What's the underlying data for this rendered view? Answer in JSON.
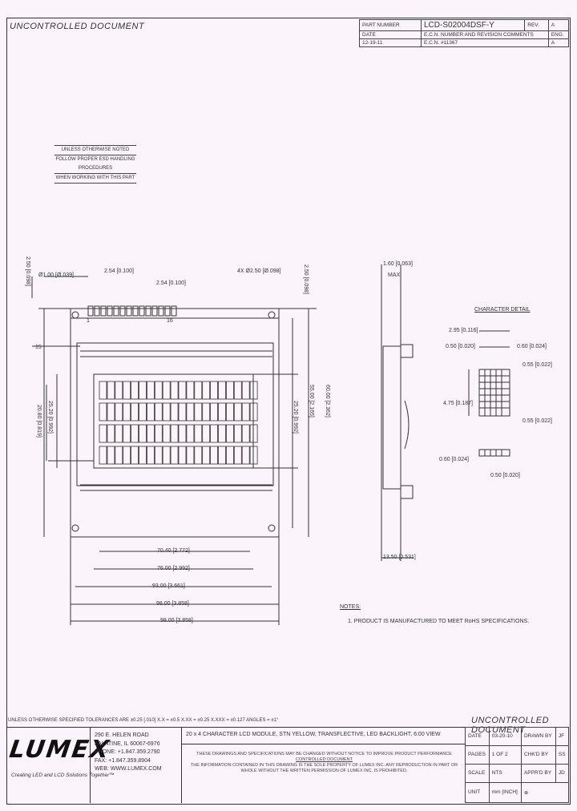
{
  "header": {
    "uncontrolled_top": "UNCONTROLLED DOCUMENT",
    "part_number_label": "PART NUMBER",
    "part_number": "LCD-S02004DSF-Y",
    "rev_label": "REV.",
    "rev_value": "A",
    "date_label": "DATE",
    "ecn_label": "E.C.N. NUMBER AND REVISION COMMENTS",
    "eng_label": "ENG.",
    "row_date": "12-19-11",
    "row_ecn": "E.C.N. #11367",
    "row_eng": "A"
  },
  "notes": {
    "line1": "UNLESS OTHERWISE NOTED",
    "line2": "FOLLOW PROPER ESD HANDLING PROCEDURES",
    "line3": "WHEN WORKING WITH THIS PART"
  },
  "drawing": {
    "dim_pitch": "2.54 [0.100]",
    "dim_pin": "Ø1.00 [Ø.039]",
    "dim_hole": "4X Ø2.50 [Ø.098]",
    "dim_top": "2.50 [0.098]",
    "dim_height_outer": "60.00 [2.362]",
    "dim_height_mid": "55.00 [2.165]",
    "dim_height_va": "25.20 [0.992]",
    "dim_height_aa": "20.80 [0.819]",
    "dim_aa_width": "70.40 [2.772]",
    "dim_va_width": "76.00 [2.992]",
    "dim_holes_width": "93.00 [3.661]",
    "dim_total_width": "98.00 [3.858]",
    "dim_side_thick": "13.50 [0.531]",
    "dim_side_pcb": "1.60 [0.063]",
    "dim_side_max": "MAX",
    "char_detail": "CHARACTER DETAIL",
    "char_w": "2.95 [0.116]",
    "char_h": "4.75 [0.187]",
    "char_dot": "0.55 [0.022]",
    "char_gap": "0.60 [0.024]",
    "char_pitch": "0.50 [0.020]",
    "notes_title": "NOTES:",
    "notes_text": "1. PRODUCT IS MANUFACTURED TO MEET RoHS SPECIFICATIONS.",
    "pin_1": "1",
    "pin_16": "16",
    "pin_15": "15"
  },
  "footer": {
    "tolerances": "UNLESS OTHERWISE SPECIFIED TOLERANCES ARE ±0.25 [.010]   X.X = ±0.5   X.XX = ±0.25   X.XXX = ±0.127   ANGLES = ±1°",
    "uncontrolled_bottom": "UNCONTROLLED DOCUMENT",
    "logo": "LUMEX",
    "tagline": "Creating LED and LCD Solutions Together™",
    "addr1": "290 E. HELEN ROAD",
    "addr2": "PALATINE, IL 60067-6976",
    "addr3": "PHONE: +1.847.359.2790",
    "addr4": "FAX: +1.847.359.8904",
    "addr5": "WEB: WWW.LUMEX.COM",
    "description": "20 x 4 CHARACTER LCD MODULE, STN YELLOW, TRANSFLECTIVE, LED BACKLIGHT, 6:00 VIEW",
    "legal1": "THESE DRAWINGS AND SPECIFICATIONS MAY BE CHANGED WITHOUT NOTICE TO IMPROVE PRODUCT PERFORMANCE",
    "legal2": "CONTROLLED DOCUMENT",
    "legal3": "THE INFORMATION CONTAINED IN THIS DRAWING IS THE SOLE PROPERTY OF LUMEX INC. ANY REPRODUCTION IN PART OR WHOLE WITHOUT THE WRITTEN PERMISSION OF LUMEX INC. IS PROHIBITED.",
    "date_label": "DATE",
    "date_value": "03-20-10",
    "drawn_label": "DRAWN BY",
    "drawn_value": "JF",
    "pages_label": "PAGES",
    "pages_value": "1 OF 2",
    "chkd_label": "CHK'D BY",
    "chkd_value": "SS",
    "scale_label": "SCALE",
    "scale_value": "NTS",
    "apprd_label": "APPR'D BY",
    "apprd_value": "JD",
    "unit_label": "UNIT",
    "unit_value": "mm [INCH]"
  }
}
